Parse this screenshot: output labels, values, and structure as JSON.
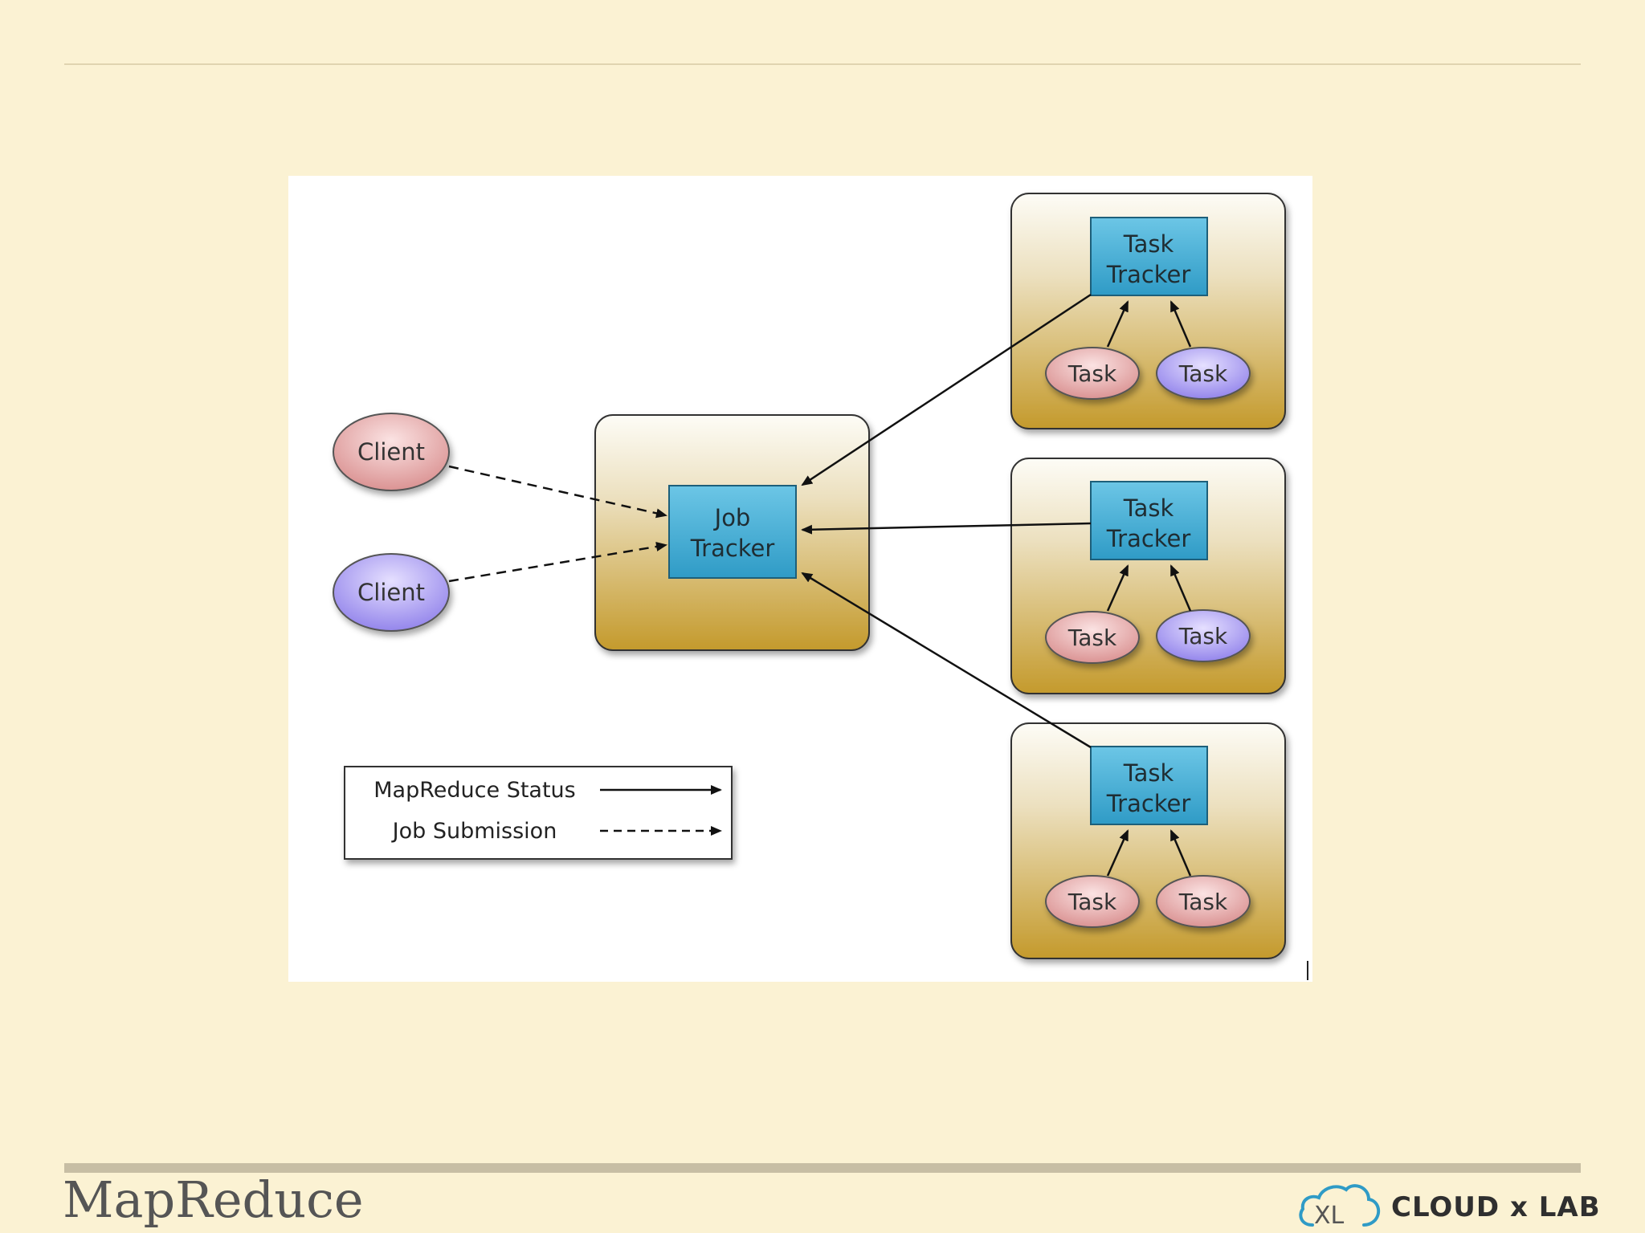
{
  "slide": {
    "title": "MapReduce"
  },
  "brand": {
    "logo_text": "CLOUD x LAB",
    "logo_icon": "cloud-xl-icon"
  },
  "diagram": {
    "clients": [
      {
        "label": "Client",
        "color": "#e8a4a4"
      },
      {
        "label": "Client",
        "color": "#a99bf0"
      }
    ],
    "job_tracker": {
      "line1": "Job",
      "line2": "Tracker"
    },
    "task_tracker_nodes": [
      {
        "line1": "Task",
        "line2": "Tracker",
        "tasks": [
          {
            "label": "Task",
            "color": "#e8a4a4"
          },
          {
            "label": "Task",
            "color": "#a99bf0"
          }
        ]
      },
      {
        "line1": "Task",
        "line2": "Tracker",
        "tasks": [
          {
            "label": "Task",
            "color": "#e8a4a4"
          },
          {
            "label": "Task",
            "color": "#a99bf0"
          }
        ]
      },
      {
        "line1": "Task",
        "line2": "Tracker",
        "tasks": [
          {
            "label": "Task",
            "color": "#e8a4a4"
          },
          {
            "label": "Task",
            "color": "#e8a4a4"
          }
        ]
      }
    ],
    "legend": {
      "status": "MapReduce Status",
      "submission": "Job Submission"
    }
  },
  "colors": {
    "background": "#fbf2d3",
    "tracker_box": "#3aa6cf",
    "node_gold": "#c49a2c"
  }
}
